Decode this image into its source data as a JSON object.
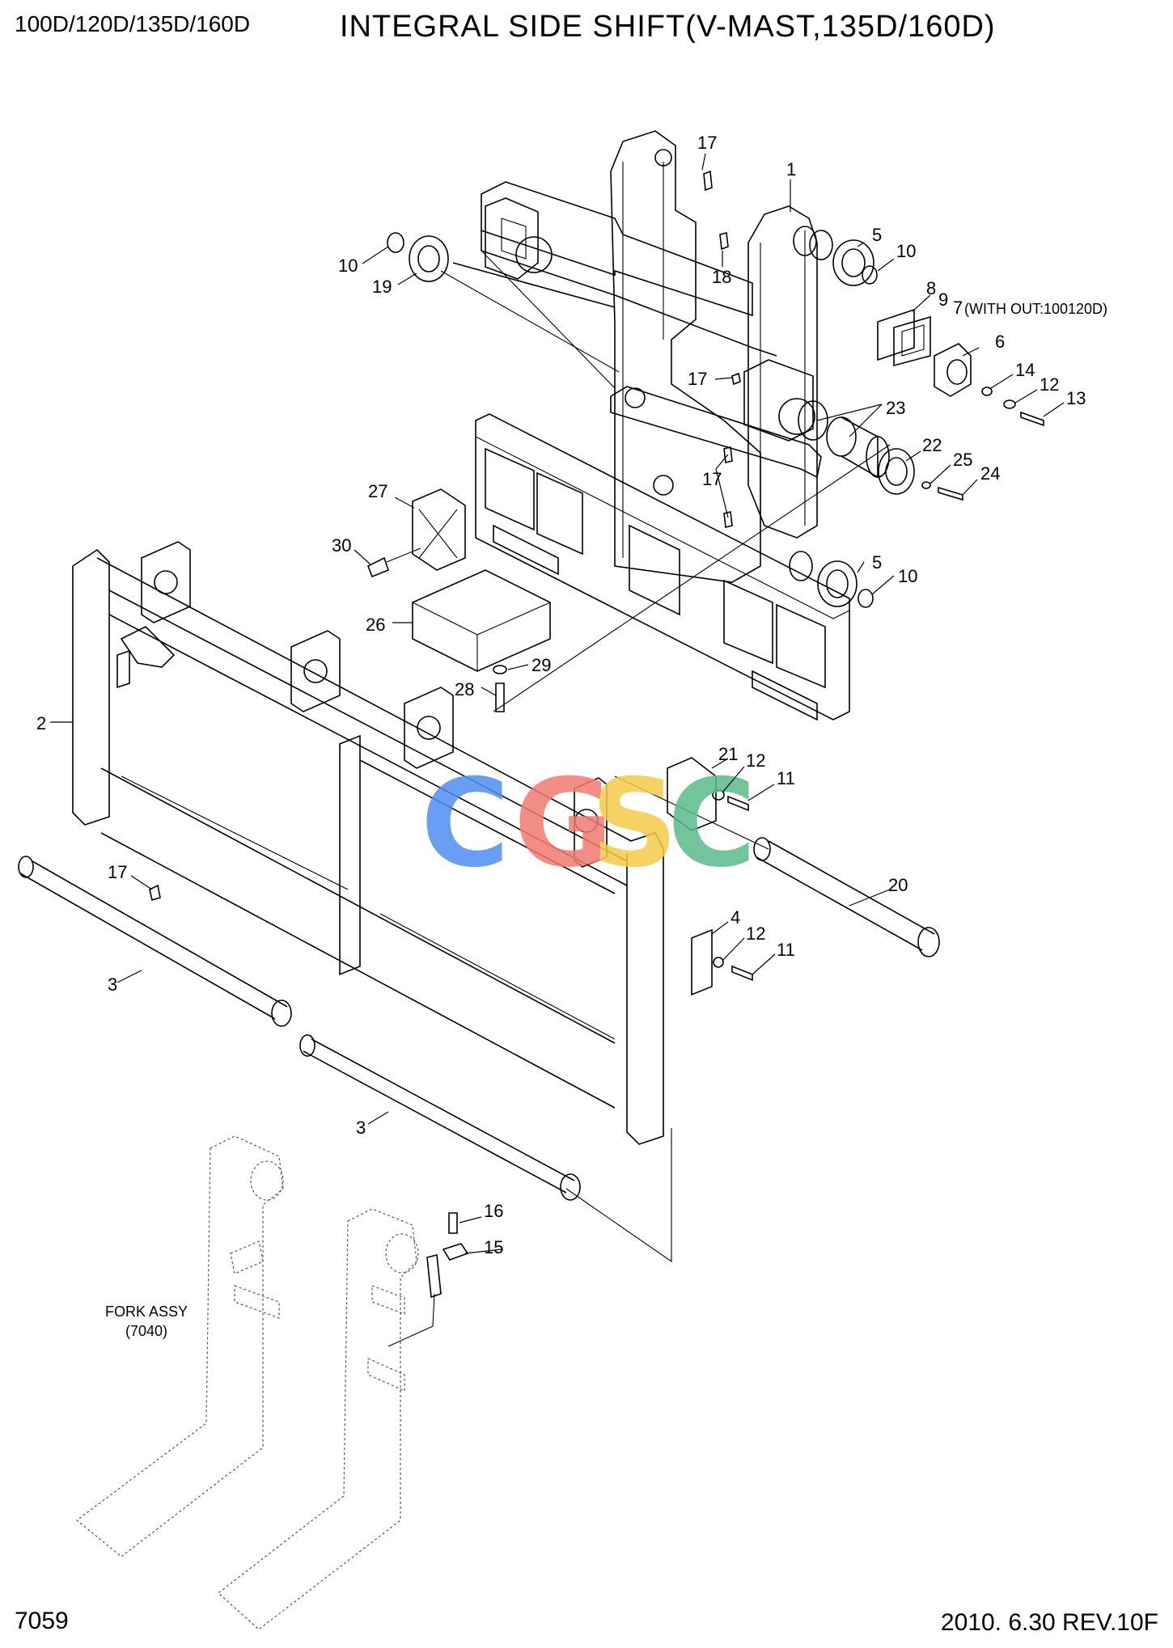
{
  "header": {
    "model": "100D/120D/135D/160D",
    "title": "INTEGRAL SIDE SHIFT(V-MAST,135D/160D)"
  },
  "footer": {
    "page_number": "7059",
    "revision": "2010. 6.30  REV.10F"
  },
  "watermark": {
    "letters": [
      "C",
      "G",
      "S",
      "C"
    ],
    "colors": [
      "#4f8ff0",
      "#f07b70",
      "#f5c94a",
      "#5cba8a"
    ]
  },
  "fork_note": {
    "line1": "FORK ASSY",
    "line2": "(7040)"
  },
  "callouts": [
    {
      "id": "c17a",
      "text": "17"
    },
    {
      "id": "c1",
      "text": "1"
    },
    {
      "id": "c5a",
      "text": "5"
    },
    {
      "id": "c10a",
      "text": "10"
    },
    {
      "id": "c10b",
      "text": "10"
    },
    {
      "id": "c19",
      "text": "19"
    },
    {
      "id": "c18",
      "text": "18"
    },
    {
      "id": "c8",
      "text": "8"
    },
    {
      "id": "c9",
      "text": "9"
    },
    {
      "id": "c7",
      "text": "7"
    },
    {
      "id": "c7note",
      "text": "(WITH OUT:100120D)"
    },
    {
      "id": "c6",
      "text": "6"
    },
    {
      "id": "c14",
      "text": "14"
    },
    {
      "id": "c12a",
      "text": "12"
    },
    {
      "id": "c13",
      "text": "13"
    },
    {
      "id": "c17b",
      "text": "17"
    },
    {
      "id": "c23",
      "text": "23"
    },
    {
      "id": "c22",
      "text": "22"
    },
    {
      "id": "c25",
      "text": "25"
    },
    {
      "id": "c24",
      "text": "24"
    },
    {
      "id": "c17c",
      "text": "17"
    },
    {
      "id": "c27",
      "text": "27"
    },
    {
      "id": "c30",
      "text": "30"
    },
    {
      "id": "c5b",
      "text": "5"
    },
    {
      "id": "c10c",
      "text": "10"
    },
    {
      "id": "c26",
      "text": "26"
    },
    {
      "id": "c29",
      "text": "29"
    },
    {
      "id": "c28",
      "text": "28"
    },
    {
      "id": "c2",
      "text": "2"
    },
    {
      "id": "c21",
      "text": "21"
    },
    {
      "id": "c12b",
      "text": "12"
    },
    {
      "id": "c11a",
      "text": "11"
    },
    {
      "id": "c17d",
      "text": "17"
    },
    {
      "id": "c20",
      "text": "20"
    },
    {
      "id": "c4",
      "text": "4"
    },
    {
      "id": "c12c",
      "text": "12"
    },
    {
      "id": "c11b",
      "text": "11"
    },
    {
      "id": "c3a",
      "text": "3"
    },
    {
      "id": "c3b",
      "text": "3"
    },
    {
      "id": "c16",
      "text": "16"
    },
    {
      "id": "c15",
      "text": "15"
    }
  ]
}
